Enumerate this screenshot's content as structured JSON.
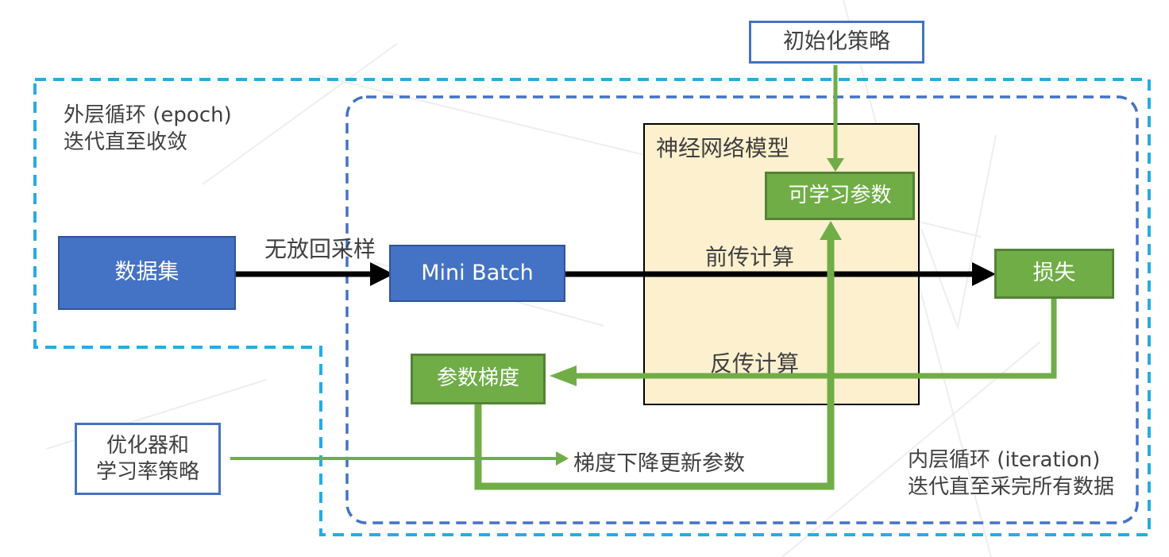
{
  "loops": {
    "outer": {
      "line1": "外层循环 (epoch)",
      "line2": "迭代直至收敛"
    },
    "inner": {
      "line1": "内层循环 (iteration)",
      "line2": "迭代直至采完所有数据"
    }
  },
  "nodes": {
    "init_strategy": {
      "label": "初始化策略"
    },
    "dataset": {
      "label": "数据集"
    },
    "mini_batch": {
      "label": "Mini Batch"
    },
    "nn_model": {
      "label": "神经网络模型"
    },
    "learnable_params": {
      "label": "可学习参数"
    },
    "loss": {
      "label": "损失"
    },
    "param_gradient": {
      "label": "参数梯度"
    },
    "optimizer": {
      "line1": "优化器和",
      "line2": "学习率策略"
    }
  },
  "edge_labels": {
    "sampling": "无放回采样",
    "forward": "前传计算",
    "backward": "反传计算",
    "update": "梯度下降更新参数"
  },
  "colors": {
    "blue_fill": "#4472C4",
    "blue_border": "#2F5597",
    "green_fill": "#70AD47",
    "green_border": "#548235",
    "model_fill": "#FCF0CE",
    "outer_dash": "#29ABE2",
    "inner_dash": "#4472C4",
    "arrow_black": "#000000",
    "text_dark": "#404040"
  }
}
